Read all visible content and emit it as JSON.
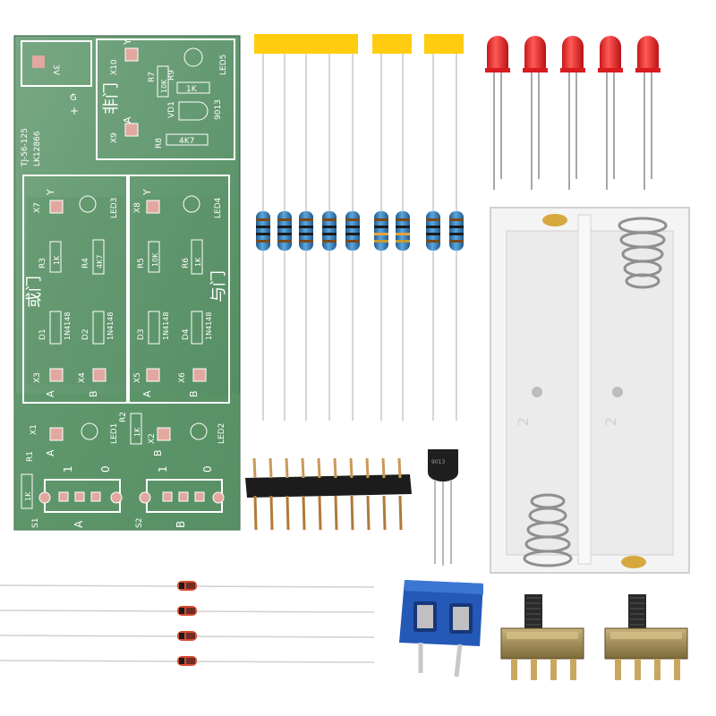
{
  "pcb": {
    "label_3v": "3V",
    "label_minus": "-",
    "label_g": "G",
    "label_plus": "+",
    "model_line1": "TJ-56-125",
    "model_line2": "LK12866",
    "gate_not": "非门",
    "gate_or": "或门",
    "gate_and": "与门",
    "x10": "X10",
    "y_top": "Y",
    "r9": "R9",
    "r9_val": "1K",
    "r7": "R7",
    "r7_val": "10K",
    "vd1": "VD1",
    "q_model": "9013",
    "r8": "R8",
    "r8_val": "4K7",
    "x9": "X9",
    "a_top": "A",
    "led5": "LED5",
    "x7": "X7",
    "x8": "X8",
    "y": "Y",
    "led3": "LED3",
    "led4": "LED4",
    "r3": "R3",
    "r3_val": "1K",
    "r4": "R4",
    "r4_val": "4K7",
    "r5": "R5",
    "r5_val": "10K",
    "r6": "R6",
    "r6_val": "1K",
    "d1": "D1",
    "d2": "D2",
    "d3": "D3",
    "d4": "D4",
    "diode_model": "1N4148",
    "x3": "X3",
    "x4": "X4",
    "x5": "X5",
    "x6": "X6",
    "a": "A",
    "b": "B",
    "x1": "X1",
    "x2": "X2",
    "r1": "R1",
    "r1_val": "1K",
    "r2": "R2",
    "r2_val": "1K",
    "led1": "LED1",
    "led2": "LED2",
    "one": "1",
    "zero": "0",
    "s1": "S1",
    "s2": "S2",
    "bottom_a": "A",
    "bottom_b": "B"
  },
  "parts": {
    "resistor_count": 9,
    "led_count": 5,
    "diode_count": 4,
    "header_pins": 10,
    "transistor_label": "9013",
    "battery_holder_marks": [
      "2",
      "2"
    ]
  },
  "colors": {
    "pcb_green": "#3a7a4a",
    "pcb_light": "#6fa07a",
    "silkscreen": "#ffffff",
    "pad_copper": "#e2a8a0",
    "tape_yellow": "#ffcc0f",
    "led_red": "#e8262a",
    "resistor_body": "#3b87c6",
    "terminal_blue": "#2459b8",
    "holder_white": "#f6f6f6",
    "diode_glass": "#d84a30"
  }
}
